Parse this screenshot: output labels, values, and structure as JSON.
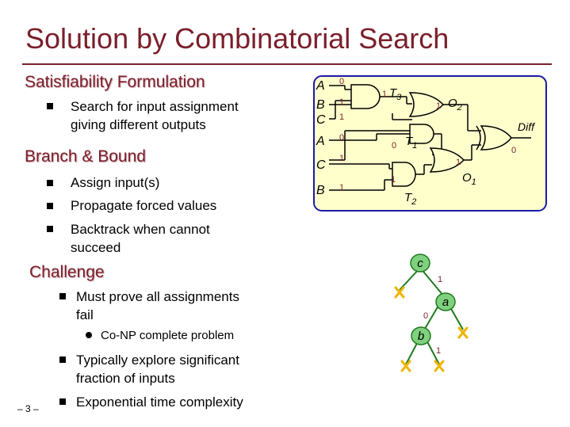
{
  "slide": {
    "title": "Solution by Combinatorial Search",
    "page_number": "– 3 –"
  },
  "sections": {
    "sat_heading": "Satisfiability Formulation",
    "sat_bullets": [
      "Search for input assignment",
      "giving different outputs"
    ],
    "bb_heading": "Branch & Bound",
    "bb_bullets": [
      "Assign input(s)",
      "Propagate forced values",
      "Backtrack when cannot",
      "succeed"
    ],
    "challenge_heading": "Challenge",
    "challenge_bullet_1": [
      "Must prove all assignments",
      "fail"
    ],
    "challenge_sub": "Co-NP complete problem",
    "challenge_bullet_2": [
      "Typically explore significant",
      "fraction of inputs"
    ],
    "challenge_bullet_3": "Exponential time complexity"
  },
  "circuit": {
    "inputs": [
      {
        "name": "A",
        "value": "0"
      },
      {
        "name": "B",
        "value": "1"
      },
      {
        "name": "C",
        "value": "1"
      },
      {
        "name": "A",
        "value": "0"
      },
      {
        "name": "C",
        "value": "1"
      },
      {
        "name": "B",
        "value": "1"
      }
    ],
    "t3": {
      "name": "T",
      "sub": "3",
      "value": "1"
    },
    "o2": {
      "name": "O",
      "sub": "2",
      "value": "1"
    },
    "t1": {
      "name": "T",
      "sub": "1",
      "value": "0"
    },
    "t2": {
      "name": "T",
      "sub": "2",
      "value": "1"
    },
    "o1": {
      "name": "O",
      "sub": "1",
      "value": "1"
    },
    "diff": {
      "name": "Diff",
      "value": "0"
    }
  },
  "tree": {
    "root": "c",
    "mid": "a",
    "leaf": "b",
    "edge_c_a": "1",
    "edge_a_b": "0",
    "edge_b_right": "1"
  },
  "colors": {
    "title": "#7a1f2b",
    "circuit_bg": "#ffffcc",
    "circuit_border": "#1a1aa8",
    "tree_node": "#7fd17f",
    "tree_edge": "#1f7a1f",
    "fail_mark": "#f0b400",
    "value_text": "#7a1f2b"
  },
  "icons": [
    "square-bullet",
    "round-bullet",
    "fail-x-icon",
    "and-gate",
    "xor-gate"
  ]
}
